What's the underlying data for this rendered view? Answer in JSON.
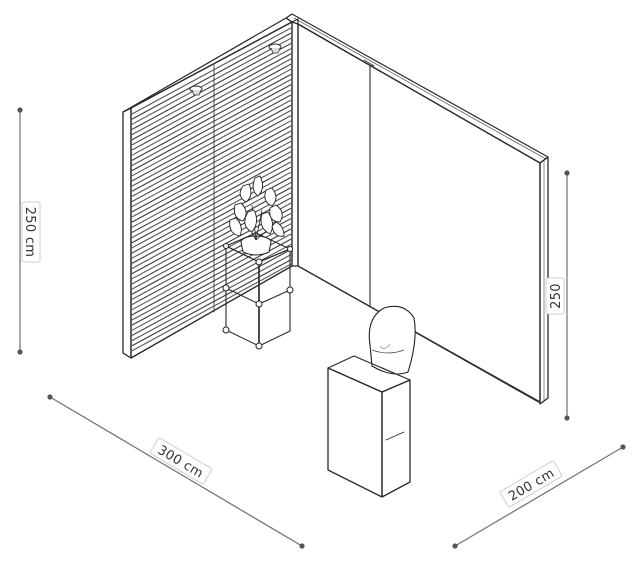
{
  "dimensions": {
    "height_left": "250 cm",
    "height_right": "250",
    "width": "300 cm",
    "depth": "200 cm"
  },
  "colors": {
    "line": "#2a2a2a",
    "dim_line": "#707070",
    "dim_dot": "#555555",
    "wall_face": "#ffffff"
  }
}
